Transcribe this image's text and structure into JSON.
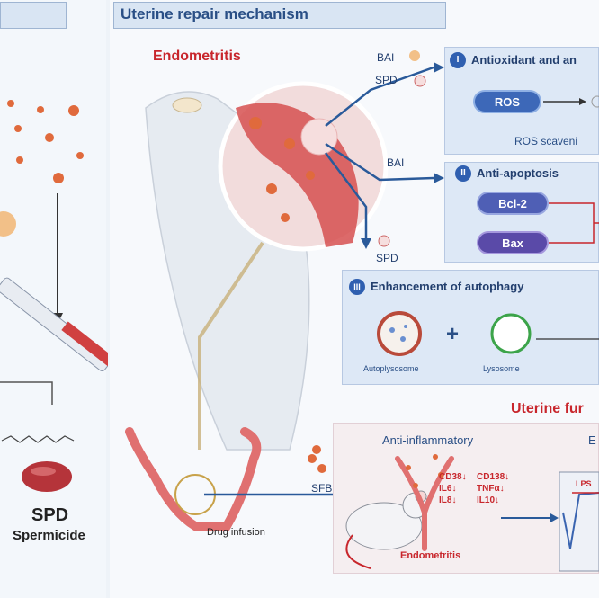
{
  "header": {
    "title": "Uterine repair mechanism"
  },
  "left": {
    "spd_label": "SPD",
    "spd_sub": "Spermicide"
  },
  "main": {
    "endometritis_title": "Endometritis",
    "drug_infusion": "Drug infusion",
    "arrows": {
      "bai1": "BAI",
      "spd1": "SPD",
      "bai2": "BAI",
      "spd2": "SPD",
      "sfb": "SFB"
    },
    "sections": {
      "s1": {
        "num": "I",
        "title": "Antioxidant and an",
        "pill": "ROS",
        "caption": "ROS scaveni"
      },
      "s2": {
        "num": "II",
        "title": "Anti-apoptosis",
        "pill1": "Bcl-2",
        "pill2": "Bax"
      },
      "s3": {
        "num": "III",
        "title": "Enhancement of autophagy",
        "item1": "Autoplysosome",
        "item2": "Lysosome",
        "plus": "+"
      }
    },
    "uterine_function": {
      "title": "Uterine fur",
      "anti_inflammatory": "Anti-inflammatory",
      "e_label": "E",
      "markers_left": [
        "CD38↓",
        "IL6↓",
        "IL8↓"
      ],
      "markers_right": [
        "CD138↓",
        "TNFα↓",
        "IL10↓"
      ],
      "mouse_caption": "Endometritis",
      "chart_label": "LPS"
    }
  },
  "colors": {
    "accent_blue": "#2a4f86",
    "accent_red": "#c8262c",
    "pill_blue": "#3d68b8",
    "pill_purple": "#5a4aa8"
  }
}
